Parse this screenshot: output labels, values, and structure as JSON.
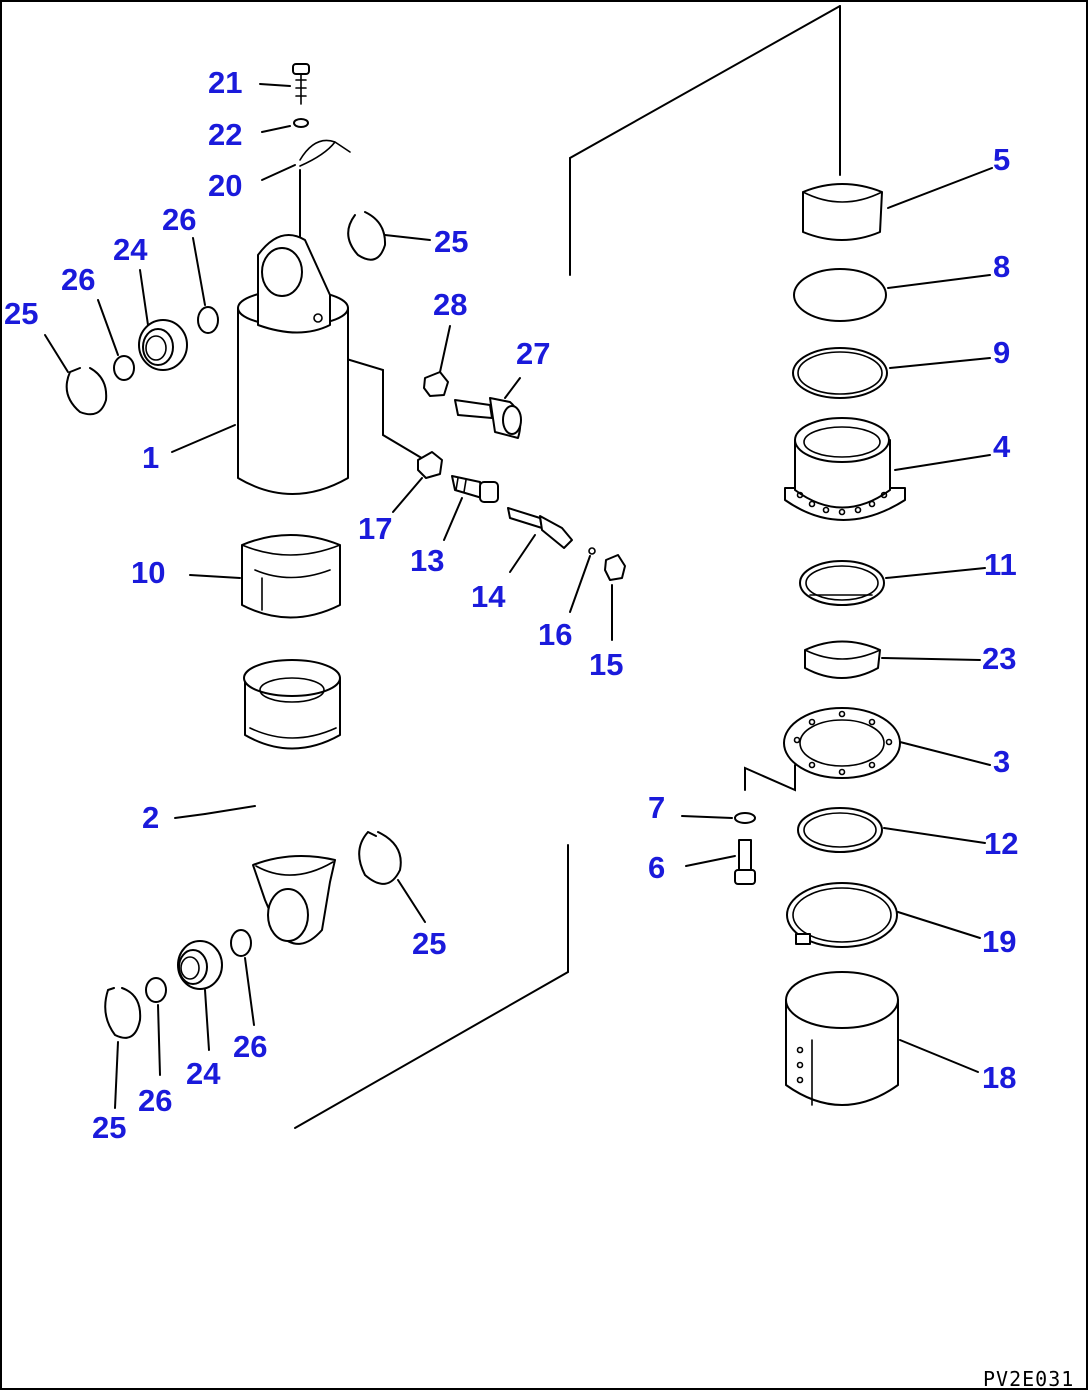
{
  "drawing_code": "PV2E031",
  "colors": {
    "callout": "#1a1adb",
    "line": "#000000",
    "background": "#ffffff"
  },
  "callouts": [
    {
      "id": "c21a",
      "label": "21"
    },
    {
      "id": "c22a",
      "label": "22"
    },
    {
      "id": "c20a",
      "label": "20"
    },
    {
      "id": "c26a",
      "label": "26"
    },
    {
      "id": "c25a",
      "label": "25"
    },
    {
      "id": "c24a",
      "label": "24"
    },
    {
      "id": "c26b",
      "label": "26"
    },
    {
      "id": "c25b",
      "label": "25"
    },
    {
      "id": "c28a",
      "label": "28"
    },
    {
      "id": "c27a",
      "label": "27"
    },
    {
      "id": "c1a",
      "label": "1"
    },
    {
      "id": "c17a",
      "label": "17"
    },
    {
      "id": "c13a",
      "label": "13"
    },
    {
      "id": "c14a",
      "label": "14"
    },
    {
      "id": "c16a",
      "label": "16"
    },
    {
      "id": "c15a",
      "label": "15"
    },
    {
      "id": "c10a",
      "label": "10"
    },
    {
      "id": "c2a",
      "label": "2"
    },
    {
      "id": "c25c",
      "label": "25"
    },
    {
      "id": "c26c",
      "label": "26"
    },
    {
      "id": "c24b",
      "label": "24"
    },
    {
      "id": "c26d",
      "label": "26"
    },
    {
      "id": "c25d",
      "label": "25"
    },
    {
      "id": "c5a",
      "label": "5"
    },
    {
      "id": "c8a",
      "label": "8"
    },
    {
      "id": "c9a",
      "label": "9"
    },
    {
      "id": "c4a",
      "label": "4"
    },
    {
      "id": "c11a",
      "label": "11"
    },
    {
      "id": "c23a",
      "label": "23"
    },
    {
      "id": "c3a",
      "label": "3"
    },
    {
      "id": "c7a",
      "label": "7"
    },
    {
      "id": "c12a",
      "label": "12"
    },
    {
      "id": "c6a",
      "label": "6"
    },
    {
      "id": "c19a",
      "label": "19"
    },
    {
      "id": "c18a",
      "label": "18"
    }
  ]
}
